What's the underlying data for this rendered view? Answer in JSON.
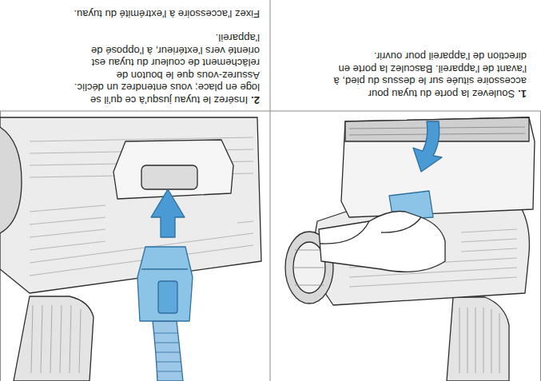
{
  "diagram": {
    "labels": [
      "1.",
      "Soulevez la porte du tuyau pour accessoire située sur le dessus du pied, à l'avant de l'appareil. Basculez la porte en direction de l'appareil pour ouvrir.",
      "2.",
      "Insérez le tuyau jusqu'à ce qu'il se loge en place; vous entendrez un déclic. Assurez-vous que le bouton de relâchement de couleur du tuyau est orienté vers l'extérieur, à l'opposé de l'appareil.",
      "Fixez l'accessoire à l'extrémité du tuyau."
    ]
  }
}
